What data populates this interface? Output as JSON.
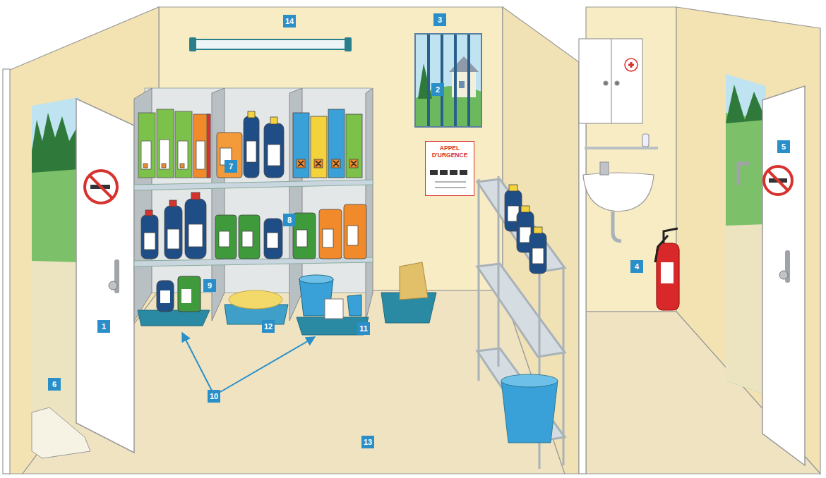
{
  "diagram": {
    "nodes": [
      {
        "text": [
          "APPEL D'URGENCE"
        ]
      }
    ],
    "labels": [
      "14",
      "3",
      "2",
      "7",
      "8",
      "9",
      "12",
      "11",
      "4",
      "1",
      "5",
      "10",
      "6",
      "13"
    ]
  }
}
